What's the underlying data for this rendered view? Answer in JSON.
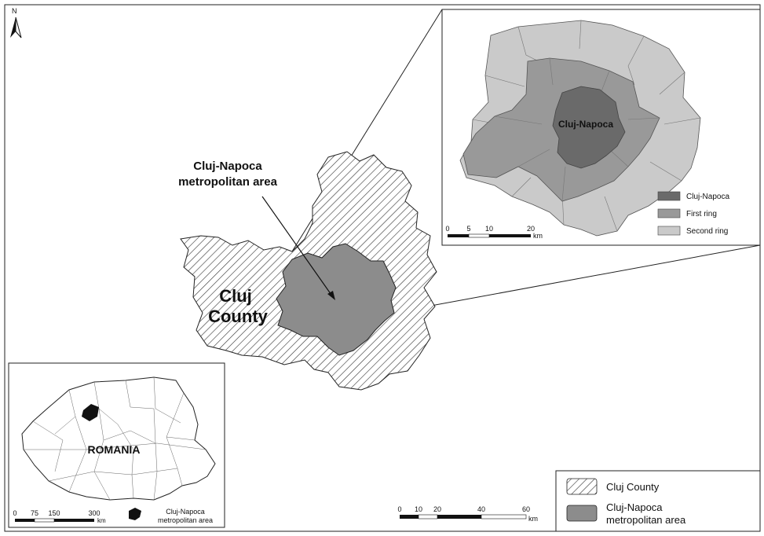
{
  "north_label": "N",
  "main_map": {
    "county_label_line1": "Cluj",
    "county_label_line2": "County",
    "metro_label_line1": "Cluj-Napoca",
    "metro_label_line2": "metropolitan area",
    "scale": {
      "ticks": [
        "0",
        "10",
        "20",
        "40",
        "60"
      ],
      "unit": "km"
    }
  },
  "inset_detail": {
    "city_label": "Cluj-Napoca",
    "legend": [
      {
        "label": "Cluj-Napoca",
        "color": "#6a6a6a"
      },
      {
        "label": "First ring",
        "color": "#999999"
      },
      {
        "label": "Second ring",
        "color": "#cacaca"
      }
    ],
    "scale": {
      "ticks": [
        "0",
        "5",
        "10",
        "20"
      ],
      "unit": "km"
    }
  },
  "inset_romania": {
    "country_label": "ROMANIA",
    "scale": {
      "ticks": [
        "0",
        "75",
        "150",
        "300"
      ],
      "unit": "km"
    },
    "legend_line1": "Cluj-Napoca",
    "legend_line2": "metropolitan area"
  },
  "main_legend": [
    {
      "label_lines": [
        "Cluj County"
      ],
      "fill": "hatch"
    },
    {
      "label_lines": [
        "Cluj-Napoca",
        "metropolitan area"
      ],
      "fill": "#8c8c8c"
    }
  ],
  "colors": {
    "metro_fill": "#8c8c8c",
    "city_fill": "#6a6a6a",
    "first_ring_fill": "#999999",
    "second_ring_fill": "#cacaca",
    "border": "#222222"
  }
}
